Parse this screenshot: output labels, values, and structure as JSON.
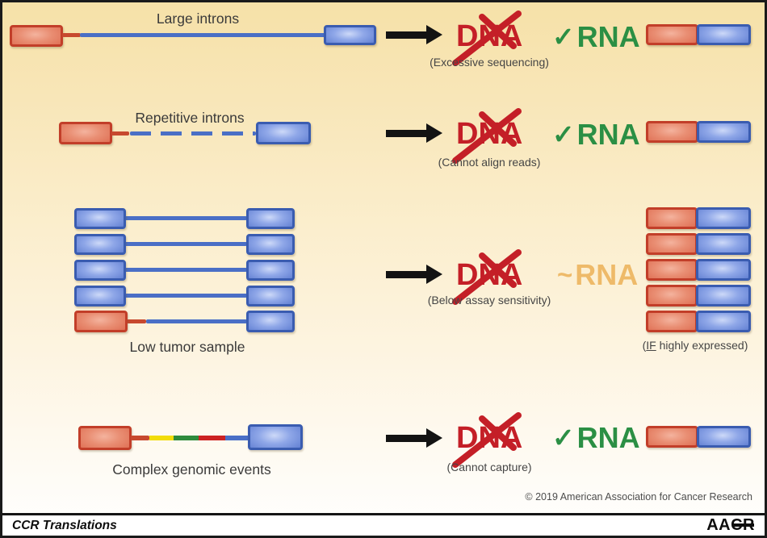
{
  "figure": {
    "rows": [
      {
        "id": "large-introns",
        "label": "Large introns",
        "dna": "DNA",
        "rna_prefix": "✓",
        "rna": "RNA",
        "note": "(Excessive sequencing)"
      },
      {
        "id": "repetitive-introns",
        "label": "Repetitive introns",
        "dna": "DNA",
        "rna_prefix": "✓",
        "rna": "RNA",
        "note": "(Cannot align reads)"
      },
      {
        "id": "low-tumor-sample",
        "label": "Low tumor sample",
        "dna": "DNA",
        "rna_prefix": "~",
        "rna": "RNA",
        "note": "(Below assay sensitivity)",
        "result_note_open": "(",
        "result_note_if": "IF",
        "result_note_rest": " highly expressed)"
      },
      {
        "id": "complex-genomic-events",
        "label": "Complex genomic events",
        "dna": "DNA",
        "rna_prefix": "✓",
        "rna": "RNA",
        "note": "(Cannot capture)"
      }
    ],
    "copyright": "© 2019 American Association for Cancer Research"
  },
  "footer": {
    "journal": "CCR Translations",
    "logo": "AACR"
  },
  "colors": {
    "background_top": "#f6e1a8",
    "background_bottom": "#ffffff",
    "exon_red_fill": "#de6c51",
    "exon_red_border": "#c23e29",
    "exon_blue_fill": "#5c7bd0",
    "exon_blue_border": "#3a5cb0",
    "intron_blue": "#4a6fc6",
    "stub_red": "#c7492f",
    "dna_red": "#c41f27",
    "rna_green": "#2b8f44",
    "rna_amber": "#eeba69",
    "segment_yellow": "#f2dc07",
    "segment_green": "#2e8b3c",
    "segment_red": "#cc2222",
    "arrow_black": "#131313"
  }
}
